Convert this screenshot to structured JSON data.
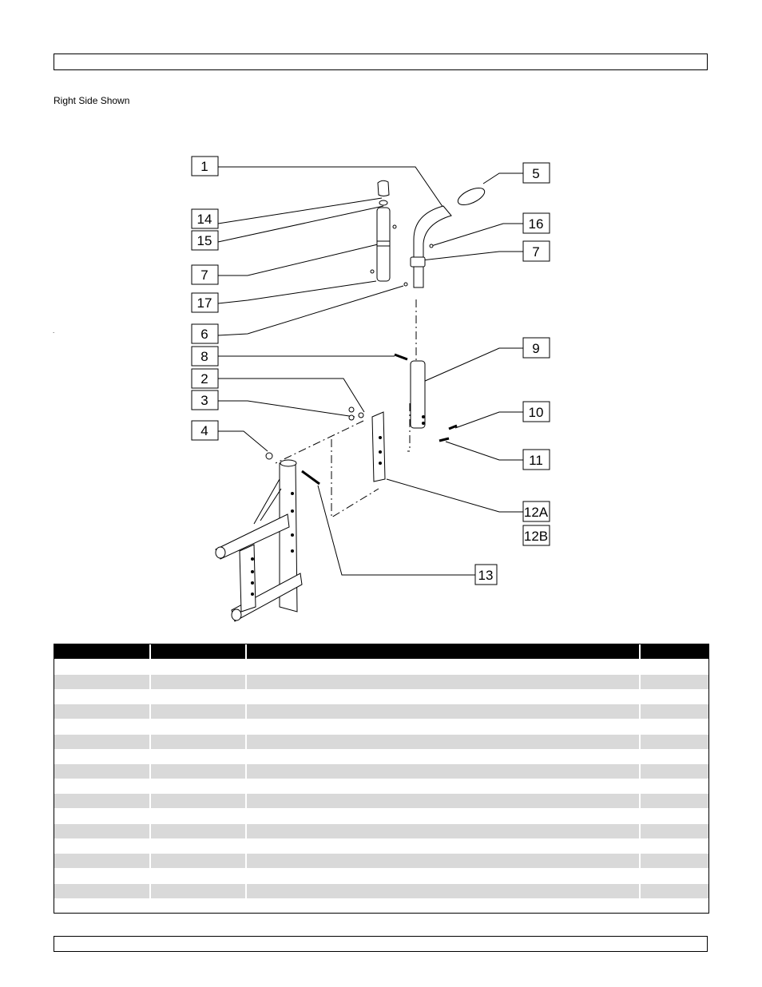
{
  "header": {
    "text": ""
  },
  "caption": "Right Side Shown",
  "stray_mark": ".",
  "callouts": [
    "1",
    "14",
    "15",
    "7",
    "17",
    "6",
    "8",
    "2",
    "3",
    "4",
    "5",
    "16",
    "7",
    "9",
    "10",
    "11",
    "12A",
    "12B",
    "13"
  ],
  "table": {
    "columns": [
      "",
      "",
      "",
      ""
    ],
    "rows": [
      [
        "",
        "",
        "",
        ""
      ],
      [
        "",
        "",
        "",
        ""
      ],
      [
        "",
        "",
        "",
        ""
      ],
      [
        "",
        "",
        "",
        ""
      ],
      [
        "",
        "",
        "",
        ""
      ],
      [
        "",
        "",
        "",
        ""
      ],
      [
        "",
        "",
        "",
        ""
      ],
      [
        "",
        "",
        "",
        ""
      ],
      [
        "",
        "",
        "",
        ""
      ],
      [
        "",
        "",
        "",
        ""
      ],
      [
        "",
        "",
        "",
        ""
      ],
      [
        "",
        "",
        "",
        ""
      ],
      [
        "",
        "",
        "",
        ""
      ],
      [
        "",
        "",
        "",
        ""
      ],
      [
        "",
        "",
        "",
        ""
      ],
      [
        "",
        "",
        "",
        ""
      ],
      [
        "",
        "",
        "",
        ""
      ]
    ]
  },
  "footer": {
    "text": ""
  }
}
